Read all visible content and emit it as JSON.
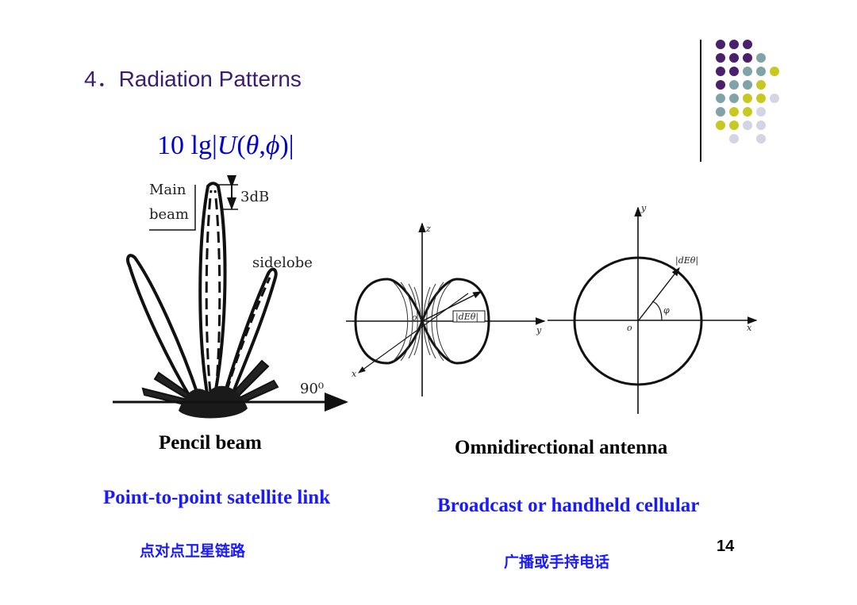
{
  "slide": {
    "title": "4．Radiation Patterns",
    "page_number": "14"
  },
  "formula": {
    "prefix": "10 lg",
    "bar_left": "|",
    "func": "U",
    "paren_open": "(",
    "theta": "θ",
    "comma": ",",
    "phi": "ϕ",
    "paren_close": ")",
    "bar_right": "|"
  },
  "pencil_diagram": {
    "main_label_1": "Main",
    "main_label_2": "beam",
    "db_label": "3dB",
    "sidelobe_label": "sidelobe",
    "angle_label": "90⁰"
  },
  "omni_diagram": {
    "z_axis": "z",
    "y_axis": "y",
    "x_axis": "x",
    "origin": "o",
    "field_label": "|dEθ|",
    "y_axis_right": "y",
    "x_axis_right": "x",
    "origin_right": "o",
    "phi_label": "φ",
    "field_label_right": "|dEθ|"
  },
  "captions": {
    "left": "Pencil beam",
    "right": "Omnidirectional antenna"
  },
  "applications": {
    "left_en": "Point-to-point satellite link",
    "right_en": "Broadcast or handheld cellular",
    "left_zh": "点对点卫星链路",
    "right_zh": "广播或手持电话"
  },
  "colors": {
    "title": "#3b1d6e",
    "formula": "#0000cc",
    "application_text": "#1a1aff",
    "dot_purple": "#4b1f6b",
    "dot_teal": "#7fa3a6",
    "dot_yellow": "#c8c822",
    "dot_gray": "#d4d4e4"
  },
  "decor_dots": [
    [
      "purple",
      "purple",
      "purple",
      "",
      "",
      ""
    ],
    [
      "purple",
      "purple",
      "purple",
      "teal",
      "",
      ""
    ],
    [
      "purple",
      "purple",
      "teal",
      "teal",
      "yellow",
      ""
    ],
    [
      "purple",
      "teal",
      "teal",
      "yellow",
      "",
      ""
    ],
    [
      "teal",
      "teal",
      "yellow",
      "yellow",
      "gray",
      ""
    ],
    [
      "teal",
      "yellow",
      "yellow",
      "gray",
      "",
      ""
    ],
    [
      "yellow",
      "yellow",
      "gray",
      "gray",
      "",
      ""
    ],
    [
      "",
      "gray",
      "",
      "gray",
      "",
      ""
    ]
  ]
}
